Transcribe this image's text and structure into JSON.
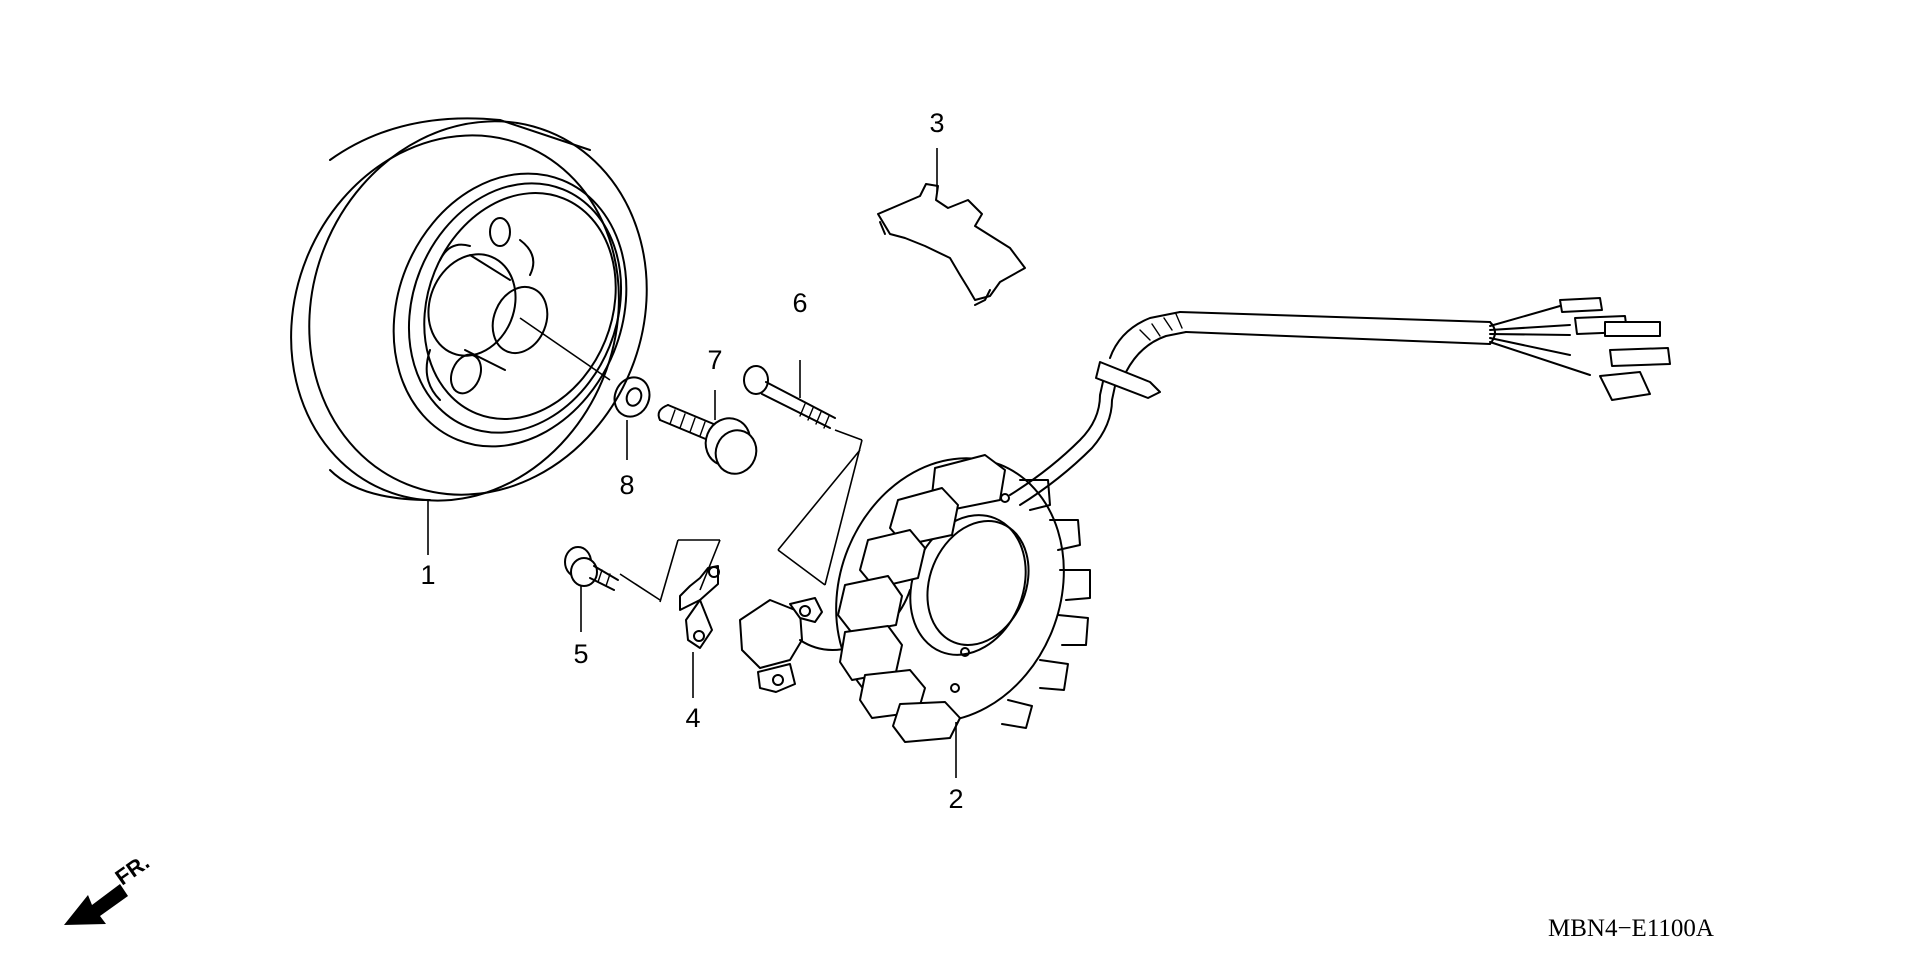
{
  "callouts": {
    "c1": "1",
    "c2": "2",
    "c3": "3",
    "c4": "4",
    "c5": "5",
    "c6": "6",
    "c7": "7",
    "c8": "8"
  },
  "direction_label": "FR.",
  "diagram_code": "MBN4−E1100A"
}
